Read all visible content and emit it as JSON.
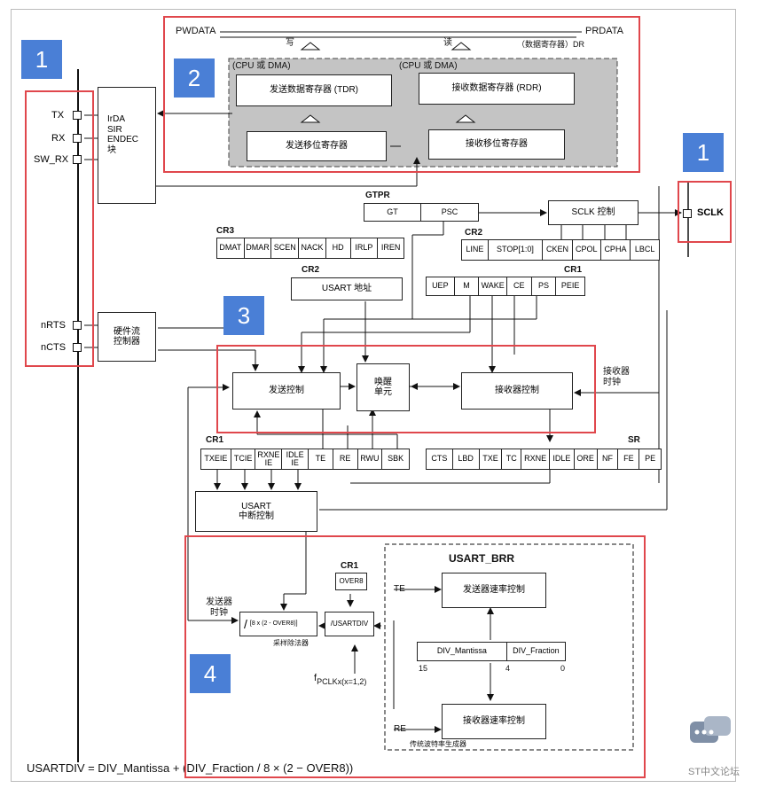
{
  "badges": [
    "1",
    "2",
    "3",
    "4",
    "1"
  ],
  "pins": {
    "tx": "TX",
    "rx": "RX",
    "sw_rx": "SW_RX",
    "nrts": "nRTS",
    "ncts": "nCTS",
    "sclk": "SCLK"
  },
  "bus": {
    "pwdata": "PWDATA",
    "prdata": "PRDATA",
    "write": "写",
    "read": "读",
    "dr": "（数据寄存器）DR",
    "cpu_dma_left": "(CPU 或 DMA)",
    "cpu_dma_right": "(CPU 或 DMA)"
  },
  "blocks": {
    "tdr": "发送数据寄存器 (TDR)",
    "rdr": "接收数据寄存器 (RDR)",
    "tx_shift": "发送移位寄存器",
    "rx_shift": "接收移位寄存器",
    "irda": "IrDA\nSIR\nENDEC\n块",
    "hw_flow": "硬件流\n控制器",
    "gt": "GT",
    "psc": "PSC",
    "gtpr": "GTPR",
    "sclk_ctrl": "SCLK 控制",
    "usart_addr": "USART 地址",
    "tx_ctrl": "发送控制",
    "wake": "唤醒\n单元",
    "rx_ctrl": "接收器控制",
    "rx_clock": "接收器\n时钟",
    "usart_irq": "USART\n中断控制",
    "tx_rate": "发送器速率控制",
    "rx_rate": "接收器速率控制",
    "div_mant": "DIV_Mantissa",
    "div_frac": "DIV_Fraction",
    "tx_clock": "发送器\n时钟",
    "sampling": "采样除法器",
    "brr_note": "传统波特率生成器"
  },
  "registers": {
    "cr3_label": "CR3",
    "cr3": [
      "DMAT",
      "DMAR",
      "SCEN",
      "NACK",
      "HD",
      "IRLP",
      "IREN"
    ],
    "cr2a_label": "CR2",
    "cr2a": [
      "LINE",
      "STOP[1:0]",
      "CKEN",
      "CPOL",
      "CPHA",
      "LBCL"
    ],
    "cr2b_label": "CR2",
    "cr1a_label": "CR1",
    "cr1a": [
      "UEP",
      "M",
      "WAKE",
      "CE",
      "PS",
      "PEIE"
    ],
    "cr1b_label": "CR1",
    "cr1b": [
      "TXEIE",
      "TCIE",
      "RXNE\nIE",
      "IDLE\nIE",
      "TE",
      "RE",
      "RWU",
      "SBK"
    ],
    "sr_label": "SR",
    "sr": [
      "CTS",
      "LBD",
      "TXE",
      "TC",
      "RXNE",
      "IDLE",
      "ORE",
      "NF",
      "FE",
      "PE"
    ],
    "cr1c_label": "CR1",
    "over8": "OVER8"
  },
  "brr": {
    "title": "USART_BRR",
    "te": "TE",
    "re": "RE",
    "bit15": "15",
    "bit4": "4",
    "bit0": "0",
    "div_left": "/",
    "div_expr": "[8 x (2 - OVER8)]",
    "usartdiv": "/USARTDIV",
    "fpclk": "f",
    "fpclk_sub": "PCLKx(x=1,2)"
  },
  "formula": "USARTDIV = DIV_Mantissa + (DIV_Fraction / 8 × (2 − OVER8))",
  "watermark": "ST中文论坛",
  "colors": {
    "badge": "#4a7fd6",
    "highlight": "#e0474c",
    "grey_area": "#c4c4c4"
  }
}
